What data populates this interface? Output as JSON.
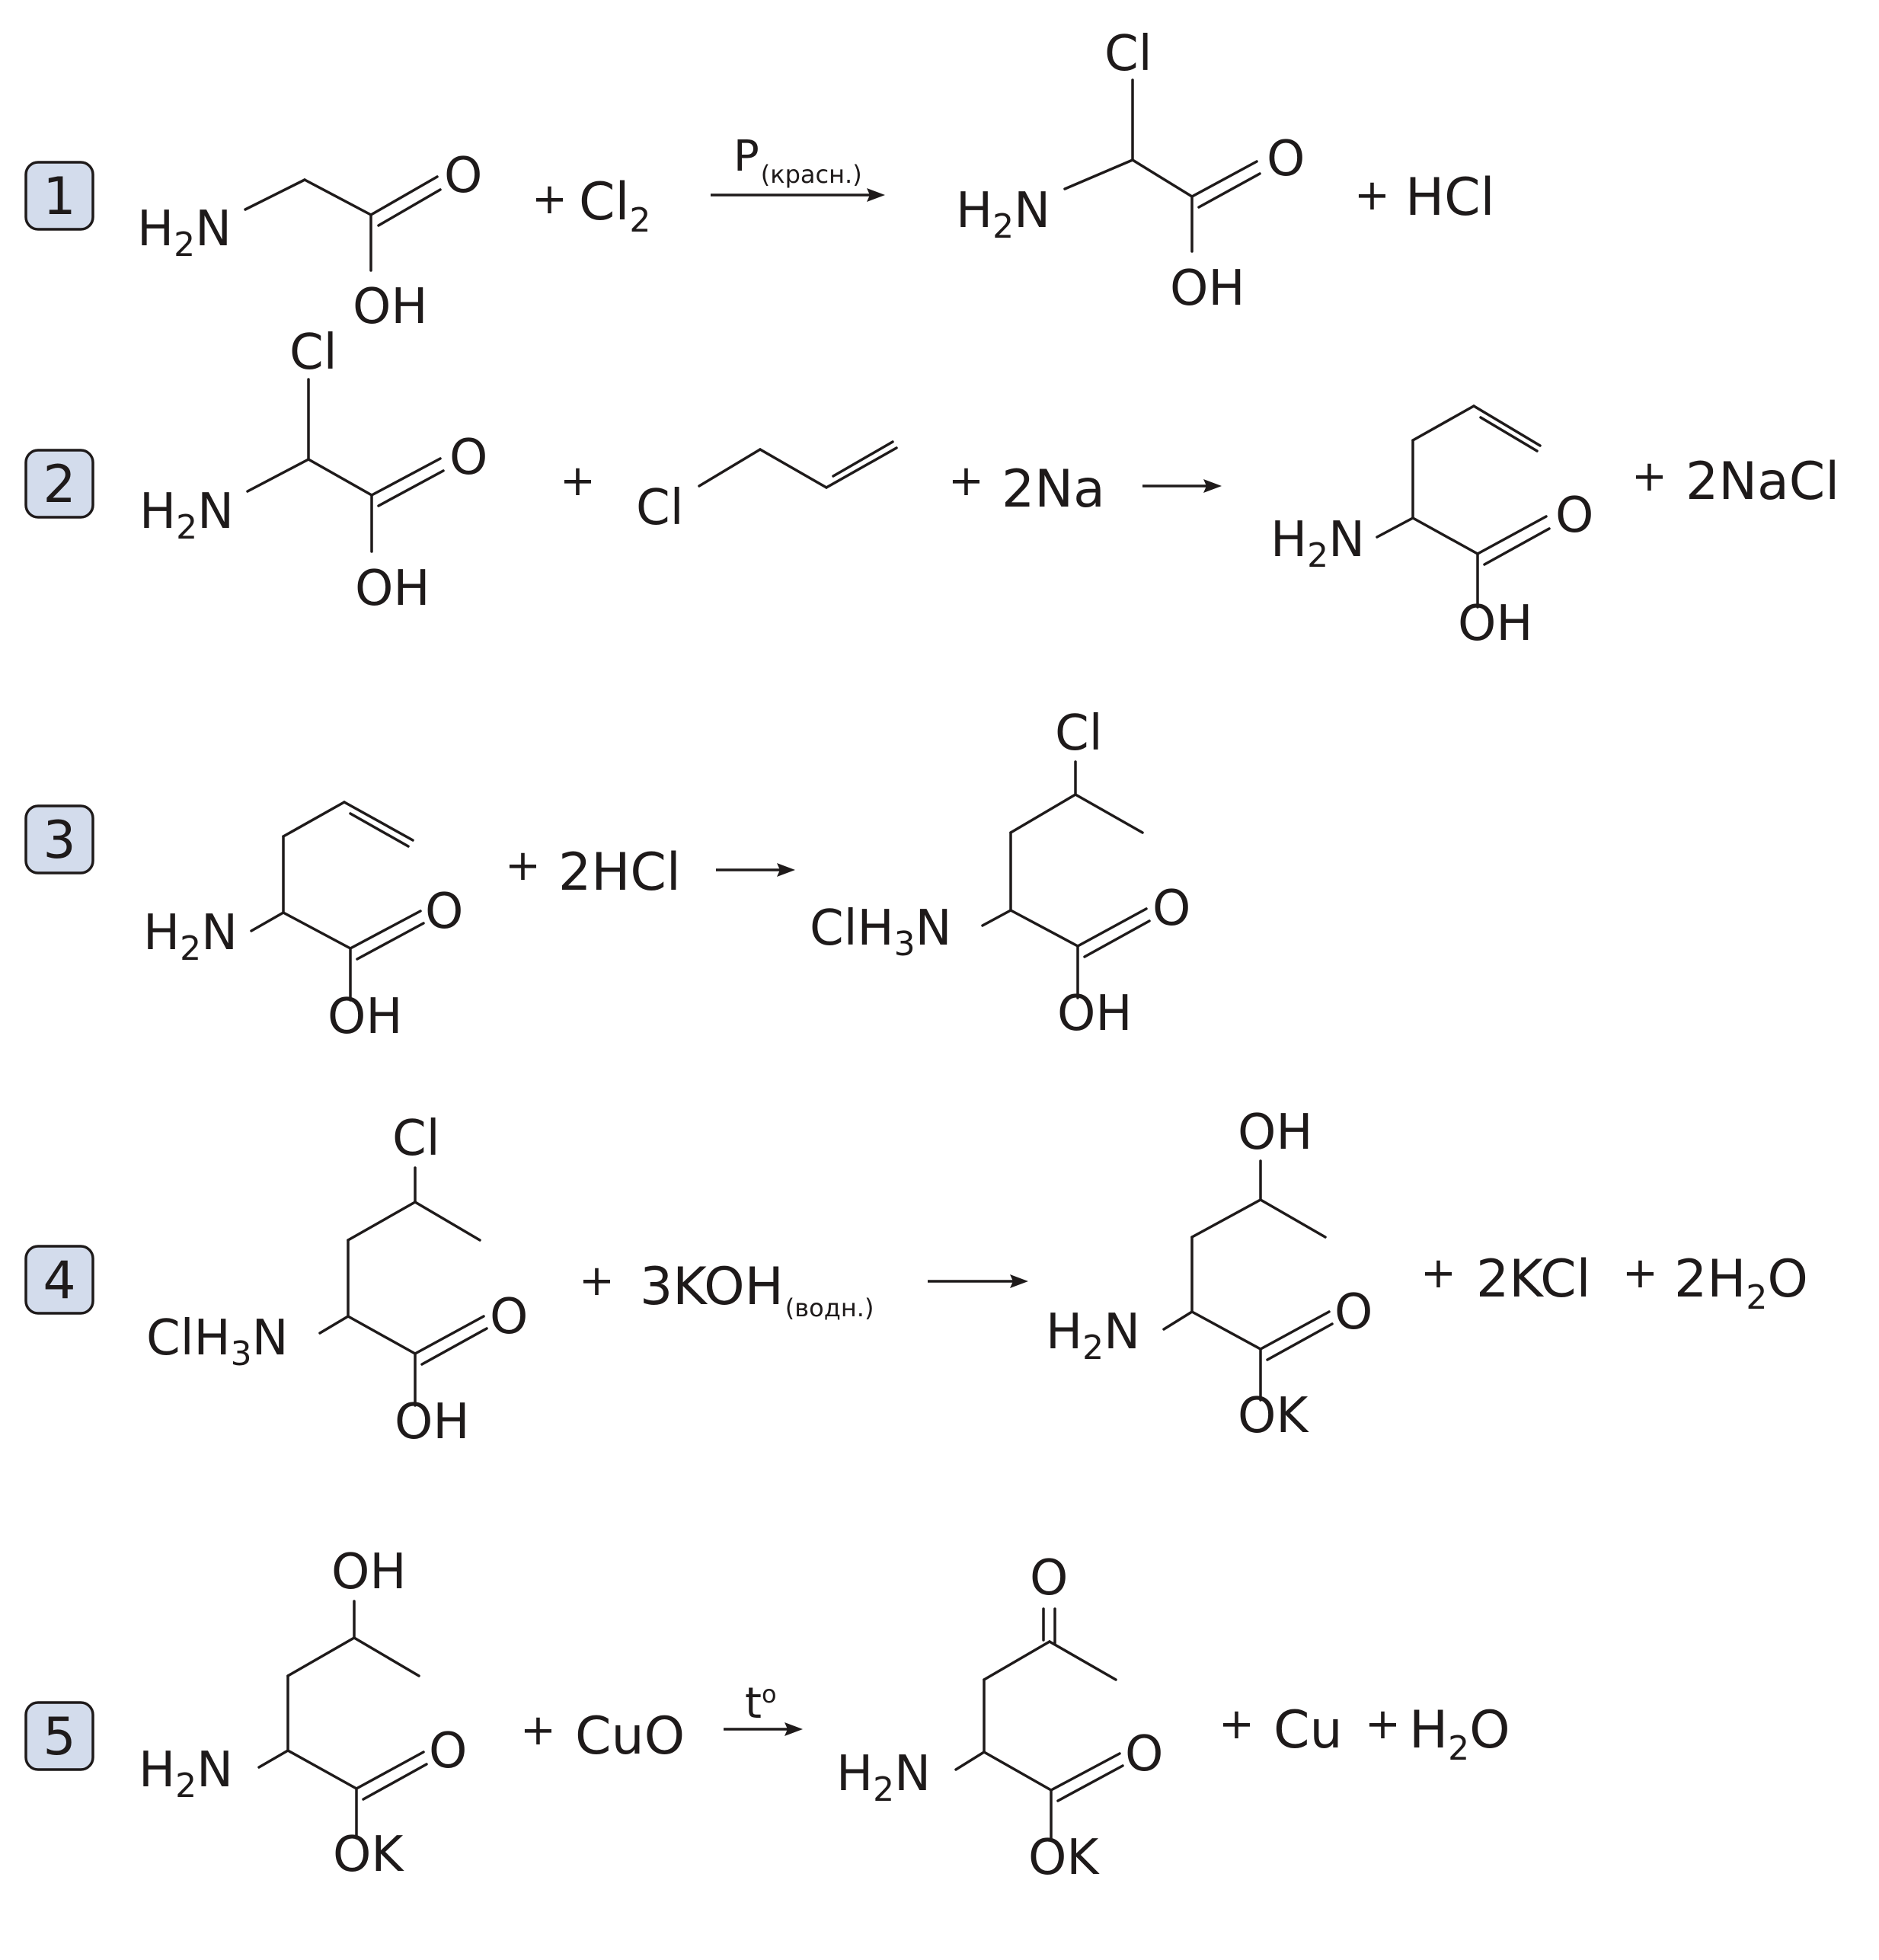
{
  "colors": {
    "ink": "#1e1a1a",
    "badge_fill": "#d3dcec",
    "background": "#ffffff"
  },
  "atoms": {
    "H": "H",
    "N": "N",
    "O": "O",
    "OH": "OH",
    "OK": "OK",
    "Cl": "Cl",
    "ClH": "ClH",
    "H2": "2",
    "H3": "3"
  },
  "reactions": [
    {
      "number": "1",
      "plus": "+",
      "reagent": {
        "text": "Cl",
        "sub": "2"
      },
      "condition": {
        "main": "P",
        "sub": "(красн.)"
      },
      "byproducts": [
        {
          "text": "HCl"
        }
      ]
    },
    {
      "number": "2",
      "plus": "+",
      "reagent": {
        "text": "2Na"
      },
      "byproducts": [
        {
          "text": "2NaCl"
        }
      ]
    },
    {
      "number": "3",
      "plus": "+",
      "reagent": {
        "text": "2HCl"
      }
    },
    {
      "number": "4",
      "plus": "+",
      "reagent": {
        "text": "3KOH",
        "sub": "(водн.)"
      },
      "byproducts": [
        {
          "text": "2KCl"
        },
        {
          "text": "2H",
          "sub": "2",
          "tail": "O"
        }
      ]
    },
    {
      "number": "5",
      "plus": "+",
      "reagent": {
        "text": "CuO"
      },
      "condition": {
        "main": "t",
        "sup": "o"
      },
      "byproducts": [
        {
          "text": "Cu"
        },
        {
          "text": "H",
          "sub": "2",
          "tail": "O"
        }
      ]
    }
  ]
}
